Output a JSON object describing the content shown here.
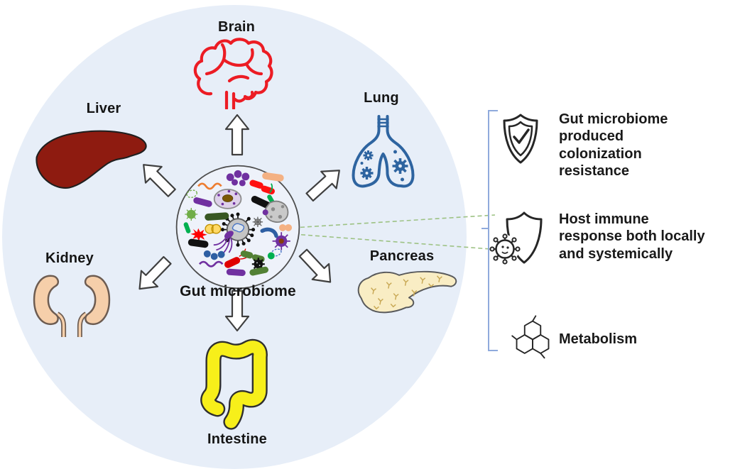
{
  "center": {
    "label": "Gut microbiome"
  },
  "organs": {
    "brain": {
      "label": "Brain"
    },
    "liver": {
      "label": "Liver"
    },
    "lung": {
      "label": "Lung"
    },
    "kidney": {
      "label": "Kidney"
    },
    "pancreas": {
      "label": "Pancreas"
    },
    "intestine": {
      "label": "Intestine"
    }
  },
  "functions": [
    {
      "icon": "shield-check-icon",
      "lines": [
        "Gut microbiome",
        "produced",
        "colonization",
        "resistance"
      ]
    },
    {
      "icon": "shield-virus-icon",
      "lines": [
        "Host immune",
        "response both locally",
        "and systemically"
      ]
    },
    {
      "icon": "molecule-icon",
      "lines": [
        "Metabolism"
      ]
    }
  ],
  "colors": {
    "background_circle": "#e7eef8",
    "brain_red": "#ec1c24",
    "liver_maroon": "#8e1b10",
    "lung_blue": "#2e64a0",
    "kidney_peach": "#f6cfaa",
    "pancreas_cream": "#f9edc4",
    "intestine_yellow": "#f8f419",
    "bracket_blue": "#8faadc",
    "dashed_link_green": "#9dc284",
    "text": "#151515"
  }
}
